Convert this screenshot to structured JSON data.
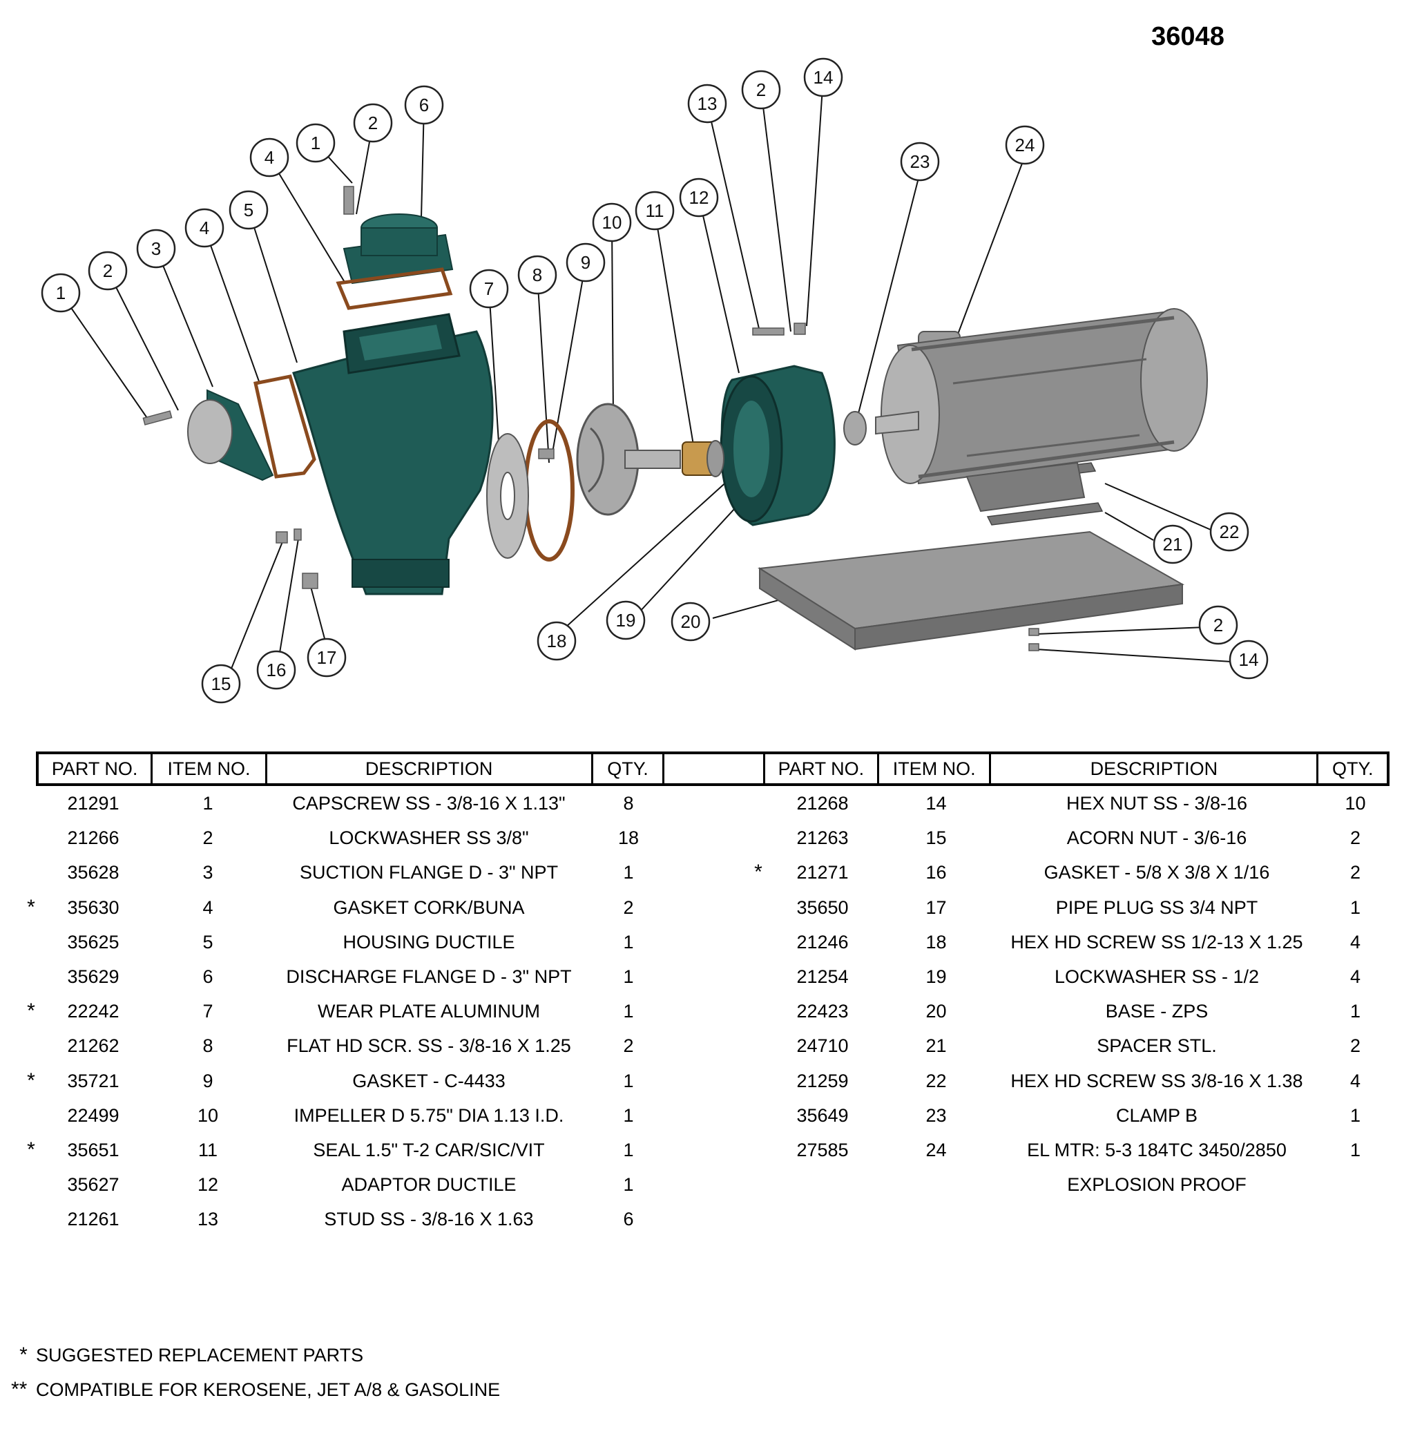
{
  "model_number": "36048",
  "diagram": {
    "balloons": [
      {
        "label": "1",
        "name": "balloon-item-1"
      },
      {
        "label": "2",
        "name": "balloon-item-2"
      },
      {
        "label": "3",
        "name": "balloon-item-3"
      },
      {
        "label": "4",
        "name": "balloon-item-4"
      },
      {
        "label": "5",
        "name": "balloon-item-5"
      },
      {
        "label": "1",
        "name": "balloon-item-1b"
      },
      {
        "label": "2",
        "name": "balloon-item-2b"
      },
      {
        "label": "4",
        "name": "balloon-item-4b"
      },
      {
        "label": "6",
        "name": "balloon-item-6"
      },
      {
        "label": "7",
        "name": "balloon-item-7"
      },
      {
        "label": "8",
        "name": "balloon-item-8"
      },
      {
        "label": "9",
        "name": "balloon-item-9"
      },
      {
        "label": "10",
        "name": "balloon-item-10"
      },
      {
        "label": "11",
        "name": "balloon-item-11"
      },
      {
        "label": "12",
        "name": "balloon-item-12"
      },
      {
        "label": "13",
        "name": "balloon-item-13"
      },
      {
        "label": "2",
        "name": "balloon-item-2c"
      },
      {
        "label": "14",
        "name": "balloon-item-14"
      },
      {
        "label": "23",
        "name": "balloon-item-23"
      },
      {
        "label": "24",
        "name": "balloon-item-24"
      },
      {
        "label": "22",
        "name": "balloon-item-22"
      },
      {
        "label": "21",
        "name": "balloon-item-21"
      },
      {
        "label": "20",
        "name": "balloon-item-20"
      },
      {
        "label": "19",
        "name": "balloon-item-19"
      },
      {
        "label": "18",
        "name": "balloon-item-18"
      },
      {
        "label": "15",
        "name": "balloon-item-15"
      },
      {
        "label": "16",
        "name": "balloon-item-16"
      },
      {
        "label": "17",
        "name": "balloon-item-17"
      },
      {
        "label": "2",
        "name": "balloon-item-2d"
      },
      {
        "label": "14",
        "name": "balloon-item-14b"
      }
    ]
  },
  "table": {
    "headers": {
      "part_no": "PART NO.",
      "item_no": "ITEM NO.",
      "description": "DESCRIPTION",
      "qty": "QTY."
    },
    "left_rows": [
      {
        "mark": "",
        "part": "21291",
        "item": "1",
        "desc": "CAPSCREW SS - 3/8-16 X 1.13\"",
        "qty": "8"
      },
      {
        "mark": "",
        "part": "21266",
        "item": "2",
        "desc": "LOCKWASHER SS 3/8\"",
        "qty": "18"
      },
      {
        "mark": "",
        "part": "35628",
        "item": "3",
        "desc": "SUCTION FLANGE D - 3\"  NPT",
        "qty": "1"
      },
      {
        "mark": "*",
        "part": "35630",
        "item": "4",
        "desc": "GASKET CORK/BUNA",
        "qty": "2"
      },
      {
        "mark": "",
        "part": "35625",
        "item": "5",
        "desc": "HOUSING DUCTILE",
        "qty": "1"
      },
      {
        "mark": "",
        "part": "35629",
        "item": "6",
        "desc": "DISCHARGE FLANGE D - 3\"  NPT",
        "qty": "1"
      },
      {
        "mark": "*",
        "part": "22242",
        "item": "7",
        "desc": "WEAR PLATE ALUMINUM",
        "qty": "1"
      },
      {
        "mark": "",
        "part": "21262",
        "item": "8",
        "desc": "FLAT HD SCR. SS - 3/8-16 X 1.25",
        "qty": "2"
      },
      {
        "mark": "*",
        "part": "35721",
        "item": "9",
        "desc": "GASKET - C-4433",
        "qty": "1"
      },
      {
        "mark": "",
        "part": "22499",
        "item": "10",
        "desc": "IMPELLER D 5.75\" DIA 1.13 I.D.",
        "qty": "1"
      },
      {
        "mark": "*",
        "part": "35651",
        "item": "11",
        "desc": "SEAL 1.5\" T-2 CAR/SIC/VIT",
        "qty": "1"
      },
      {
        "mark": "",
        "part": "35627",
        "item": "12",
        "desc": "ADAPTOR DUCTILE",
        "qty": "1"
      },
      {
        "mark": "",
        "part": "21261",
        "item": "13",
        "desc": "STUD SS - 3/8-16 X 1.63",
        "qty": "6"
      }
    ],
    "right_rows": [
      {
        "mark": "",
        "part": "21268",
        "item": "14",
        "desc": "HEX NUT SS - 3/8-16",
        "qty": "10"
      },
      {
        "mark": "",
        "part": "21263",
        "item": "15",
        "desc": "ACORN NUT - 3/6-16",
        "qty": "2"
      },
      {
        "mark": "*",
        "part": "21271",
        "item": "16",
        "desc": "GASKET - 5/8 X 3/8 X 1/16",
        "qty": "2"
      },
      {
        "mark": "",
        "part": "35650",
        "item": "17",
        "desc": "PIPE PLUG SS 3/4 NPT",
        "qty": "1"
      },
      {
        "mark": "",
        "part": "21246",
        "item": "18",
        "desc": "HEX HD SCREW SS 1/2-13 X 1.25",
        "qty": "4"
      },
      {
        "mark": "",
        "part": "21254",
        "item": "19",
        "desc": "LOCKWASHER SS - 1/2",
        "qty": "4"
      },
      {
        "mark": "",
        "part": "22423",
        "item": "20",
        "desc": "BASE - ZPS",
        "qty": "1"
      },
      {
        "mark": "",
        "part": "24710",
        "item": "21",
        "desc": "SPACER STL.",
        "qty": "2"
      },
      {
        "mark": "",
        "part": "21259",
        "item": "22",
        "desc": "HEX HD SCREW SS 3/8-16 X 1.38",
        "qty": "4"
      },
      {
        "mark": "",
        "part": "35649",
        "item": "23",
        "desc": "CLAMP B",
        "qty": "1"
      },
      {
        "mark": "",
        "part": "27585",
        "item": "24",
        "desc": "EL MTR: 5-3 184TC 3450/2850",
        "qty": "1"
      },
      {
        "mark": "",
        "part": "",
        "item": "",
        "desc": "EXPLOSION PROOF",
        "qty": ""
      }
    ]
  },
  "notes": [
    {
      "mark": "*",
      "text": "SUGGESTED REPLACEMENT PARTS"
    },
    {
      "mark": "**",
      "text": "COMPATIBLE FOR KEROSENE, JET A/8 & GASOLINE"
    }
  ],
  "colors": {
    "pump_body": "#1f5c56",
    "pump_dark": "#123c38",
    "motor": "#8a8a8a",
    "motor_dark": "#5f5f5f",
    "gasket": "#8a4a1e"
  }
}
